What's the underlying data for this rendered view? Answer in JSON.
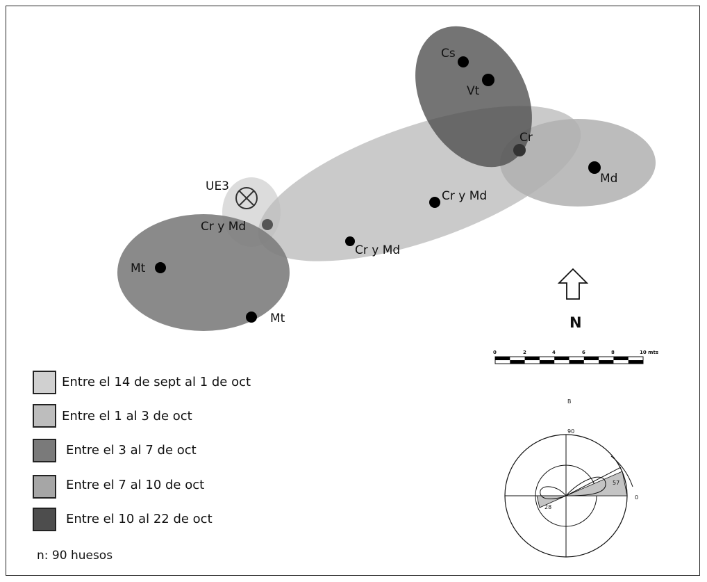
{
  "map": {
    "north_label": "N",
    "ue_label": "UE3",
    "scale": {
      "ticks": [
        "0",
        "2",
        "4",
        "6",
        "8",
        "10 mts"
      ]
    },
    "find_labels": {
      "mt1": "Mt",
      "mt2": "Mt",
      "crmd1": "Cr y Md",
      "crmd2": "Cr y Md",
      "crmd3": "Cr y Md",
      "md": "Md",
      "cr": "Cr",
      "cs": "Cs",
      "vt": "Vt"
    },
    "rose": {
      "panel_label": "B",
      "label_90": "90",
      "label_0": "0",
      "value_large": "57",
      "value_small": "28"
    },
    "colors": {
      "period1": "#d0d0d0",
      "period2": "#bdbdbd",
      "period3": "#7a7a7a",
      "period4": "#a6a6a6",
      "period5": "#4d4d4d",
      "find_point": "#000000"
    }
  },
  "legend": {
    "items": [
      {
        "label": "Entre el 14 de sept al 1 de oct",
        "color": "#d0d0d0"
      },
      {
        "label": "Entre el 1 al 3 de oct",
        "color": "#bdbdbd"
      },
      {
        "label": "Entre el 3 al 7 de oct",
        "color": "#7a7a7a"
      },
      {
        "label": "Entre el 7 al 10 de oct",
        "color": "#a6a6a6"
      },
      {
        "label": "Entre el 10 al 22 de oct",
        "color": "#4d4d4d"
      }
    ],
    "count_note": "n: 90 huesos"
  }
}
